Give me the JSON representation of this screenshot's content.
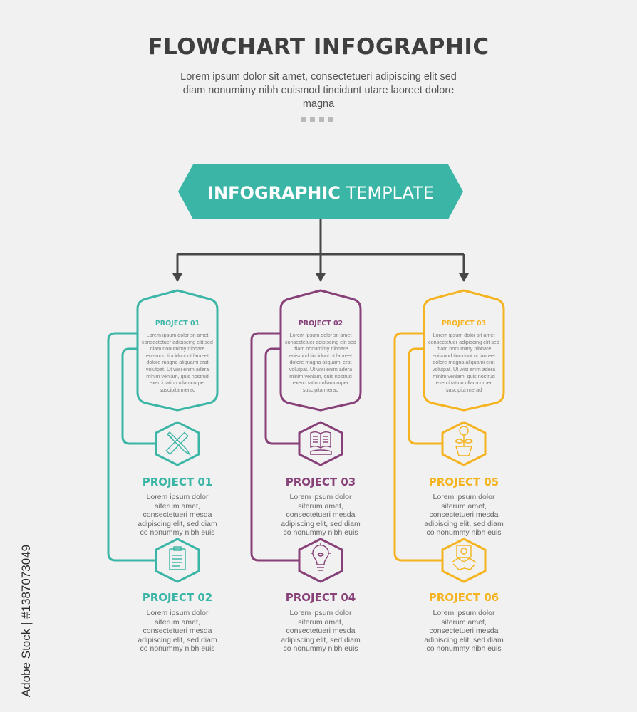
{
  "header": {
    "title": "FLOWCHART INFOGRAPHIC",
    "subtitle": "Lorem ipsum dolor sit amet, consectetueri adipiscing elit sed diam nonumimy nibh euismod tincidunt utare laoreet dolore magna"
  },
  "banner": {
    "bold": "INFOGRAPHIC",
    "light": " TEMPLATE"
  },
  "colors": {
    "teal": "#3ab5a6",
    "purple": "#874078",
    "yellow": "#f4b31f",
    "connector": "#474747",
    "banner": "#3ab5a6"
  },
  "cards": [
    {
      "title": "PROJECT 01",
      "body": "Lorem ipsum dolor sit amet consectetuer adipiscing elit sed diam nonumimy nibhare euismod tincidunt ut laoreet dolore magna aliquami erat volutpat. Ut wisi enim adera minim veniam, quis nostrud exerci tation ullamcorper suscipita merad"
    },
    {
      "title": "PROJECT 02",
      "body": "Lorem ipsum dolor sit amet consectetuer adipiscing elit sed diam nonumimy nibhare euismod tincidunt ut laoreet dolore magna aliquami erat volutpat. Ut wisi enim adera minim veniam, quis nostrud exerci tation ullamcorper suscipita merad"
    },
    {
      "title": "PROJECT 03",
      "body": "Lorem ipsum dolor sit amet consectetuer adipiscing elit sed diam nonumimy nibhare euismod tincidunt ut laoreet dolore magna aliquami erat volutpat. Ut wisi enim adera minim veniam, quis nostrud exerci tation ullamcorper suscipita merad"
    }
  ],
  "projects": [
    {
      "label": "PROJECT 01",
      "desc": "Lorem ipsum dolor siterum amet, consectetueri mesda adipiscing elit, sed diam co nonummy nibh euis",
      "icon": "ruler-pencil-icon"
    },
    {
      "label": "PROJECT 02",
      "desc": "Lorem ipsum dolor siterum amet, consectetueri mesda adipiscing elit, sed diam co nonummy nibh euis",
      "icon": "clipboard-icon"
    },
    {
      "label": "PROJECT 03",
      "desc": "Lorem ipsum dolor siterum amet, consectetueri mesda adipiscing elit, sed diam co nonummy nibh euis",
      "icon": "open-book-icon"
    },
    {
      "label": "PROJECT 04",
      "desc": "Lorem ipsum dolor siterum amet, consectetueri mesda adipiscing elit, sed diam co nonummy nibh euis",
      "icon": "lightbulb-brain-icon"
    },
    {
      "label": "PROJECT 05",
      "desc": "Lorem ipsum dolor siterum amet, consectetueri mesda adipiscing elit, sed diam co nonummy nibh euis",
      "icon": "money-plant-icon"
    },
    {
      "label": "PROJECT 06",
      "desc": "Lorem ipsum dolor siterum amet, consectetueri mesda adipiscing elit, sed diam co nonummy nibh euis",
      "icon": "handshake-money-icon"
    }
  ],
  "watermark": "Adobe Stock | #1387073049"
}
